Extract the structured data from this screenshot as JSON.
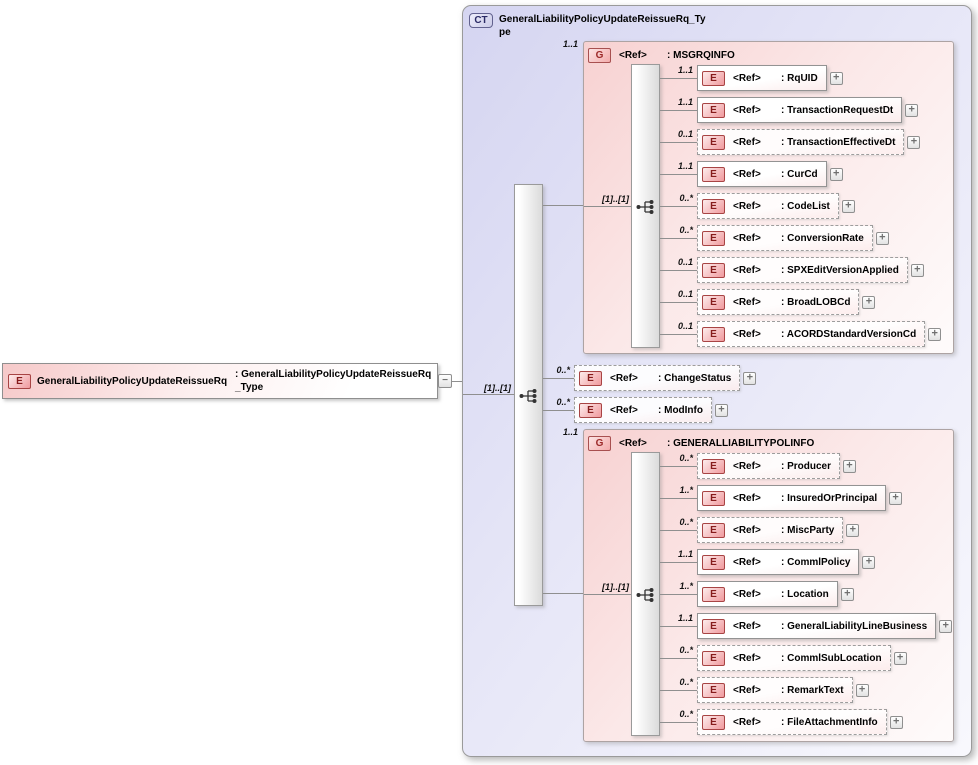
{
  "colors": {
    "complex_type_fill": "#d5d5f1",
    "group_fill": "#f7d1d1",
    "element_badge_fill": "#f09a9e",
    "border_gray": "#9a9a9a"
  },
  "root_element": {
    "badge": "E",
    "name": "GeneralLiabilityPolicyUpdateReissueRq",
    "type": ": GeneralLiabilityPolicyUpdateReissueRq_Type"
  },
  "complex_type": {
    "badge": "CT",
    "title": "GeneralLiabilityPolicyUpdateReissueRq_Type",
    "model_cardinality": "[1]..[1]",
    "children": [
      {
        "kind": "group",
        "badge": "G",
        "ref": "<Ref>",
        "name": ": MSGRQINFO",
        "cardinality": "1..1",
        "model_cardinality": "[1]..[1]",
        "elements": [
          {
            "badge": "E",
            "ref": "<Ref>",
            "name": ": RqUID",
            "cardinality": "1..1",
            "optional": false
          },
          {
            "badge": "E",
            "ref": "<Ref>",
            "name": ": TransactionRequestDt",
            "cardinality": "1..1",
            "optional": false
          },
          {
            "badge": "E",
            "ref": "<Ref>",
            "name": ": TransactionEffectiveDt",
            "cardinality": "0..1",
            "optional": true
          },
          {
            "badge": "E",
            "ref": "<Ref>",
            "name": ": CurCd",
            "cardinality": "1..1",
            "optional": false
          },
          {
            "badge": "E",
            "ref": "<Ref>",
            "name": ": CodeList",
            "cardinality": "0..*",
            "optional": true
          },
          {
            "badge": "E",
            "ref": "<Ref>",
            "name": ": ConversionRate",
            "cardinality": "0..*",
            "optional": true
          },
          {
            "badge": "E",
            "ref": "<Ref>",
            "name": ": SPXEditVersionApplied",
            "cardinality": "0..1",
            "optional": true
          },
          {
            "badge": "E",
            "ref": "<Ref>",
            "name": ": BroadLOBCd",
            "cardinality": "0..1",
            "optional": true
          },
          {
            "badge": "E",
            "ref": "<Ref>",
            "name": ": ACORDStandardVersionCd",
            "cardinality": "0..1",
            "optional": true
          }
        ]
      },
      {
        "kind": "element",
        "badge": "E",
        "ref": "<Ref>",
        "name": ": ChangeStatus",
        "cardinality": "0..*",
        "optional": true
      },
      {
        "kind": "element",
        "badge": "E",
        "ref": "<Ref>",
        "name": ": ModInfo",
        "cardinality": "0..*",
        "optional": true
      },
      {
        "kind": "group",
        "badge": "G",
        "ref": "<Ref>",
        "name": ": GENERALLIABILITYPOLINFO",
        "cardinality": "1..1",
        "model_cardinality": "[1]..[1]",
        "elements": [
          {
            "badge": "E",
            "ref": "<Ref>",
            "name": ": Producer",
            "cardinality": "0..*",
            "optional": true
          },
          {
            "badge": "E",
            "ref": "<Ref>",
            "name": ": InsuredOrPrincipal",
            "cardinality": "1..*",
            "optional": false
          },
          {
            "badge": "E",
            "ref": "<Ref>",
            "name": ": MiscParty",
            "cardinality": "0..*",
            "optional": true
          },
          {
            "badge": "E",
            "ref": "<Ref>",
            "name": ": CommlPolicy",
            "cardinality": "1..1",
            "optional": false
          },
          {
            "badge": "E",
            "ref": "<Ref>",
            "name": ": Location",
            "cardinality": "1..*",
            "optional": false
          },
          {
            "badge": "E",
            "ref": "<Ref>",
            "name": ": GeneralLiabilityLineBusiness",
            "cardinality": "1..1",
            "optional": false
          },
          {
            "badge": "E",
            "ref": "<Ref>",
            "name": ": CommlSubLocation",
            "cardinality": "0..*",
            "optional": true
          },
          {
            "badge": "E",
            "ref": "<Ref>",
            "name": ": RemarkText",
            "cardinality": "0..*",
            "optional": true
          },
          {
            "badge": "E",
            "ref": "<Ref>",
            "name": ": FileAttachmentInfo",
            "cardinality": "0..*",
            "optional": true
          }
        ]
      }
    ]
  }
}
